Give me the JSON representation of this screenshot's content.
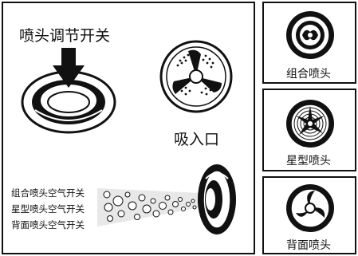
{
  "main": {
    "adjust_switch_label": "喷头调节开关",
    "inlet_label": "吸入口",
    "air_switches": [
      "组合喷头空气开关",
      "星型喷头空气开关",
      "背面喷头空气开关"
    ]
  },
  "jets": [
    {
      "label": "组合喷头",
      "icon": "combination-jet-icon"
    },
    {
      "label": "星型喷头",
      "icon": "star-jet-icon"
    },
    {
      "label": "背面喷头",
      "icon": "back-jet-icon"
    }
  ],
  "colors": {
    "ink": "#111111",
    "paper": "#ffffff",
    "bubbles": "#cccccc"
  }
}
